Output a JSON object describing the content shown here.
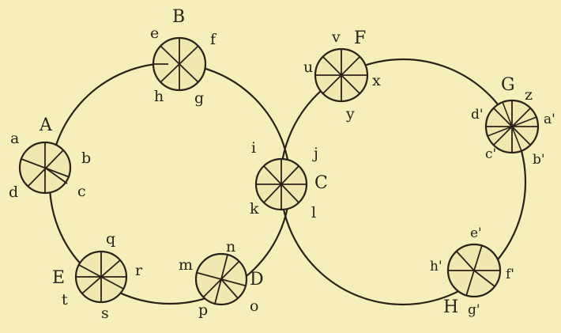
{
  "colors": {
    "paper": "#f6efb9",
    "ink": "#2a2218",
    "wheel_fill": "#f1e8b0"
  },
  "labels": {
    "B": "B",
    "e": "e",
    "f": "f",
    "h": "h",
    "g": "g",
    "A": "A",
    "a": "a",
    "b": "b",
    "d": "d",
    "c": "c",
    "E": "E",
    "q": "q",
    "r": "r",
    "t": "t",
    "s": "s",
    "D": "D",
    "m": "m",
    "n": "n",
    "p": "p",
    "o": "o",
    "C": "C",
    "i": "i",
    "j": "j",
    "k": "k",
    "l": "l",
    "F": "F",
    "v": "v",
    "u": "u",
    "x": "x",
    "y": "y",
    "G": "G",
    "z": "z",
    "d_prime": "d'",
    "a_prime": "a'",
    "c_prime": "c'",
    "b_prime": "b'",
    "H": "H",
    "e_prime": "e'",
    "h_prime": "h'",
    "f_prime": "f'",
    "g_prime": "g'"
  }
}
